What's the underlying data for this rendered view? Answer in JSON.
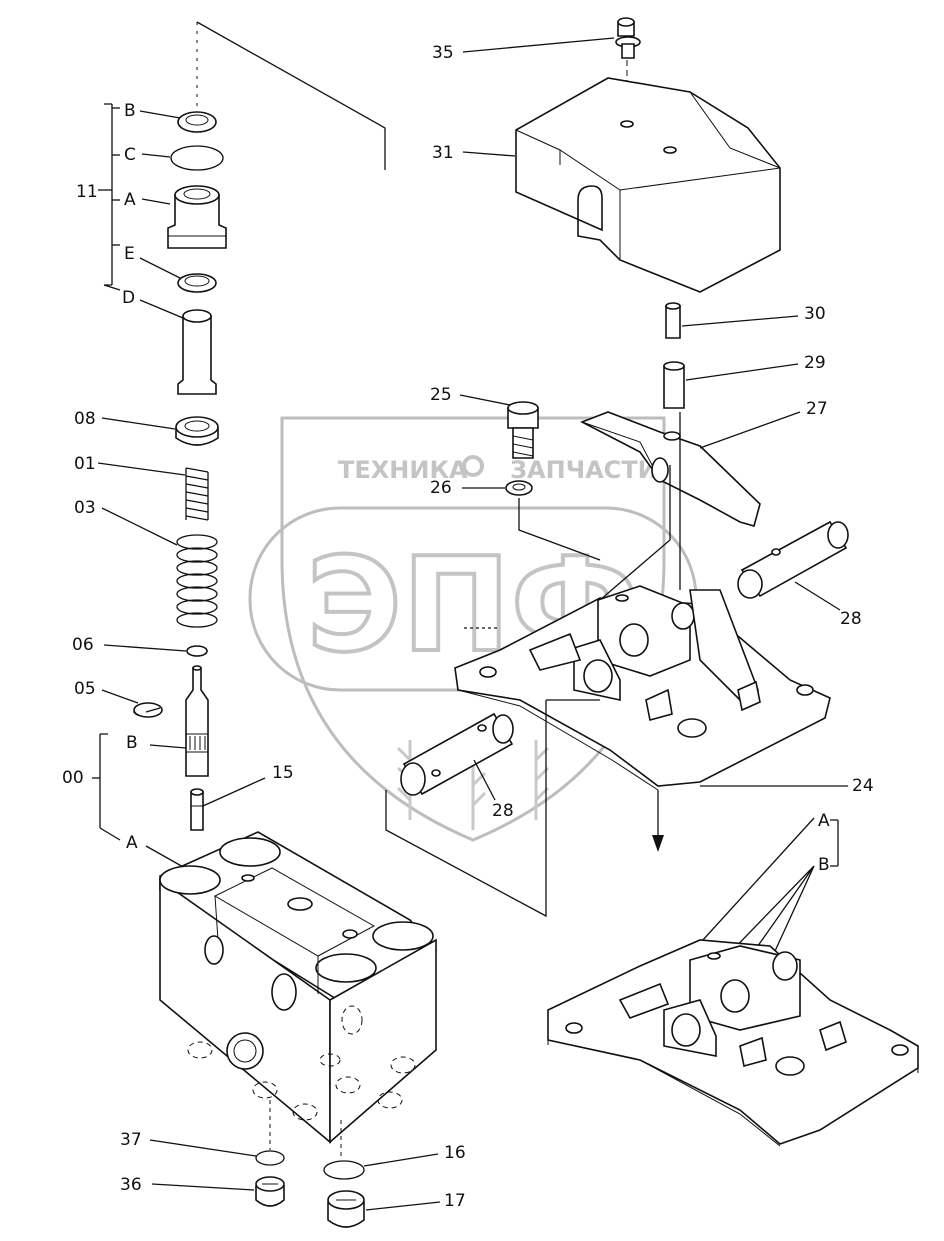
{
  "watermark": {
    "top_text_left": "ТЕХНИКА",
    "top_text_right": "ЗАПЧАСТИ",
    "big_text": "ЭПФ"
  },
  "labels": {
    "l35": "35",
    "l31": "31",
    "lB_top": "B",
    "lC": "C",
    "l11": "11",
    "lA_top": "A",
    "lE": "E",
    "lD": "D",
    "l30": "30",
    "l29": "29",
    "l25": "25",
    "l27": "27",
    "l08": "08",
    "l01": "01",
    "l26": "26",
    "l03": "03",
    "l28_right": "28",
    "l06": "06",
    "l05": "05",
    "lB_mid": "B",
    "l00": "00",
    "l15": "15",
    "l28_left": "28",
    "l24": "24",
    "lA_right": "A",
    "lA_bottom": "A",
    "lB_right": "B",
    "l37": "37",
    "l16": "16",
    "l36": "36",
    "l17": "17"
  }
}
